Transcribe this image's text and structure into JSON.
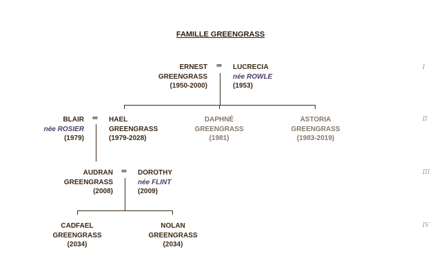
{
  "title": "FAMILLE GREENGRASS",
  "marriage_symbol": "∞",
  "generations": [
    "I",
    "II",
    "III",
    "IV"
  ],
  "people": {
    "ernest": {
      "first": "ERNEST",
      "last": "GREENGRASS",
      "dates": "(1950-2000)"
    },
    "lucrecia": {
      "first": "LUCRECIA",
      "nee": "née ROWLE",
      "dates": "(1953)"
    },
    "blair": {
      "first": "BLAIR",
      "nee": "née ROSIER",
      "dates": "(1979)"
    },
    "hael": {
      "first": "HAEL",
      "last": "GREENGRASS",
      "dates": "(1979-2028)"
    },
    "daphne": {
      "first": "DAPHNÉ",
      "last": "GREENGRASS",
      "dates": "(1981)"
    },
    "astoria": {
      "first": "ASTORIA",
      "last": "GREENGRASS",
      "dates": "(1983-2019)"
    },
    "audran": {
      "first": "AUDRAN",
      "last": "GREENGRASS",
      "dates": "(2008)"
    },
    "dorothy": {
      "first": "DOROTHY",
      "nee": "née FLINT",
      "dates": "(2009)"
    },
    "cadfael": {
      "first": "CADFAEL",
      "last": "GREENGRASS",
      "dates": "(2034)"
    },
    "nolan": {
      "first": "NOLAN",
      "last": "GREENGRASS",
      "dates": "(2034)"
    }
  }
}
